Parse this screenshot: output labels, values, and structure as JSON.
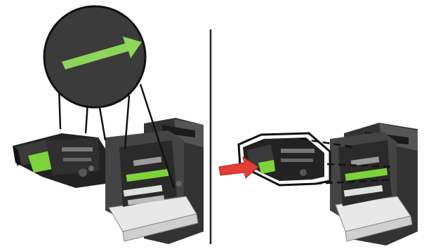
{
  "figure": {
    "panels": [
      {
        "name": "left-panel",
        "step": "inspect-imaging-unit-alignment",
        "callout": "green-arrow-magnifier"
      },
      {
        "name": "right-panel",
        "step": "insert-imaging-unit",
        "callout": "red-insert-arrow"
      }
    ],
    "icons": {
      "callout_arrow": "green-arrow-icon",
      "insert_arrow": "red-arrow-icon"
    },
    "colors": {
      "callout_circle": "#3b3b3b",
      "callout_arrow": "#8ed65a",
      "handle_green": "#7fd33a",
      "insert_arrow": "#e43c36",
      "printer_dark": "#2a2a2a",
      "printer_body": "#4a4a4a",
      "divider": "#222222"
    }
  }
}
